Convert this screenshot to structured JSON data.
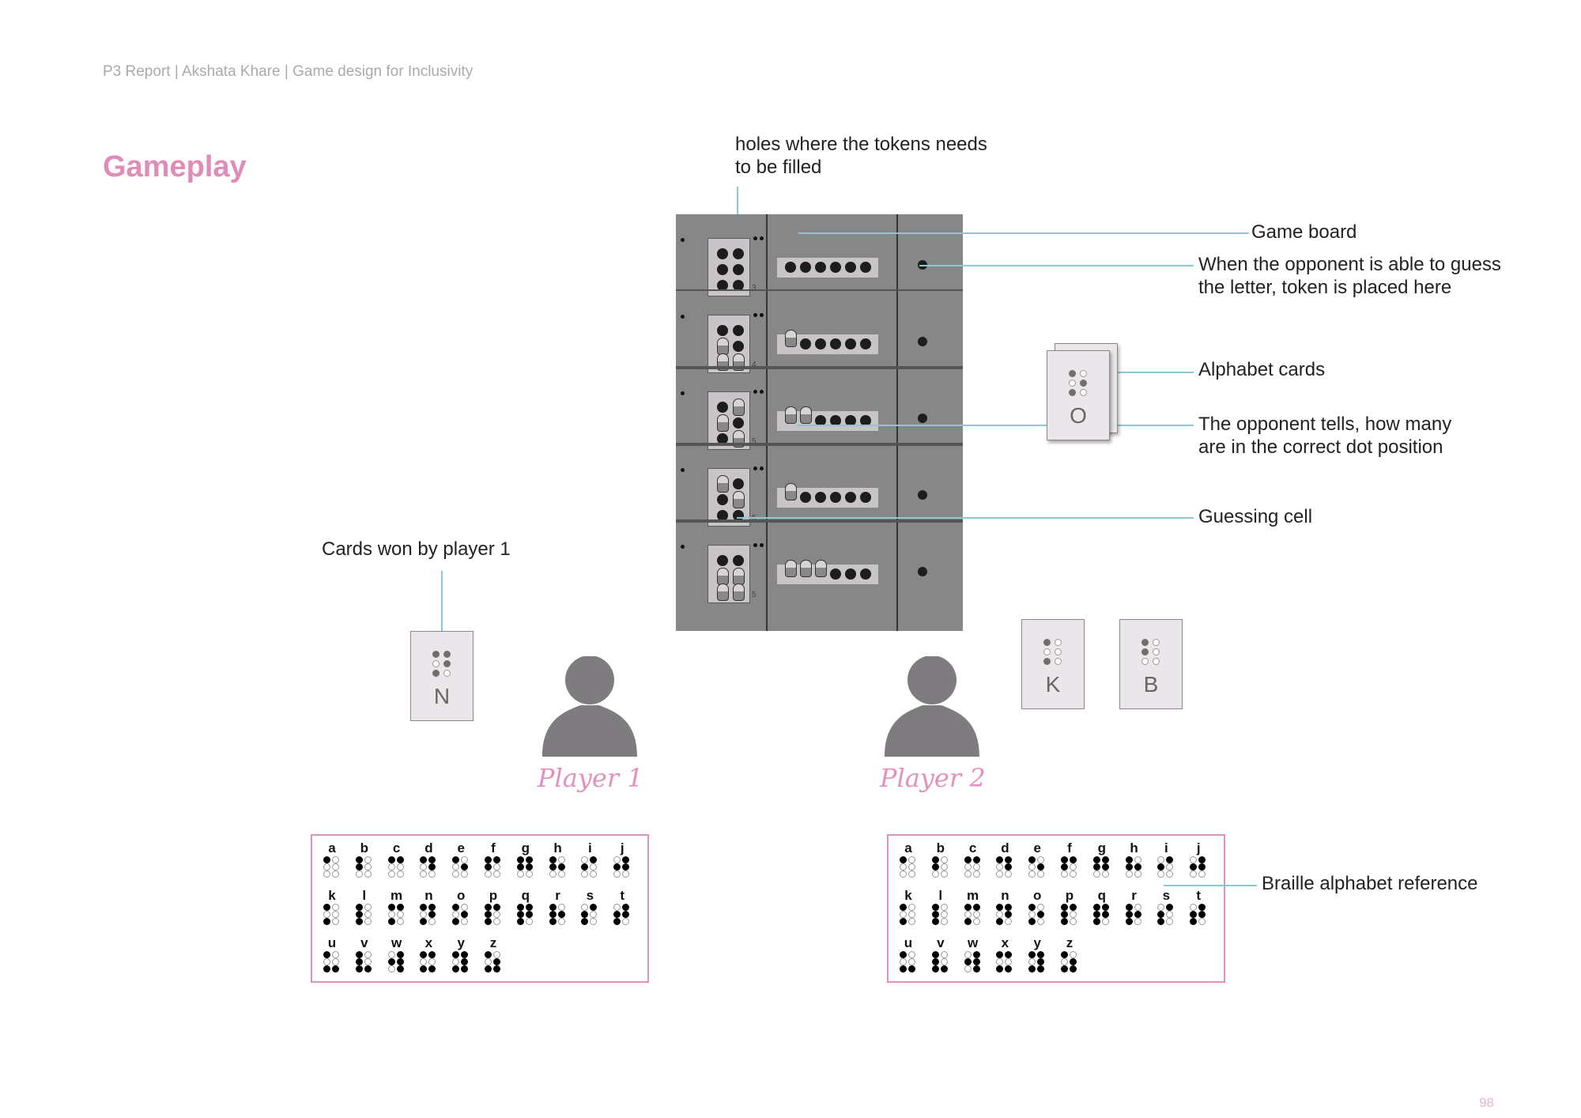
{
  "header": {
    "text": "P3 Report | Akshata Khare | Game design for Inclusivity"
  },
  "title": "Gameplay",
  "annotations": {
    "holes": "holes where the tokens needs to be filled",
    "game_board": "Game board",
    "token_placed": "When the opponent is able to guess the letter, token is placed here",
    "alphabet_cards": "Alphabet cards",
    "opponent_tells": "The opponent tells, how many are in the correct dot position",
    "guessing_cell": "Guessing cell",
    "cards_won": "Cards won by player 1",
    "braille_ref": "Braille alphabet reference"
  },
  "board": {
    "rows": [
      {
        "number": "3",
        "pegs": [],
        "score_pegs": 0
      },
      {
        "number": "4",
        "pegs": [
          2,
          3,
          6
        ],
        "score_pegs": 1
      },
      {
        "number": "5",
        "pegs": [
          2,
          4,
          6
        ],
        "score_pegs": 2
      },
      {
        "number": "5",
        "pegs": [
          1,
          5
        ],
        "score_pegs": 1
      },
      {
        "number": "5",
        "pegs": [
          2,
          3,
          5,
          6
        ],
        "score_pegs": 3
      }
    ]
  },
  "cards": {
    "deck": {
      "letter": "O",
      "dots": [
        1,
        3,
        5
      ]
    },
    "player1_won": [
      {
        "letter": "N",
        "dots": [
          1,
          3,
          4,
          5
        ]
      }
    ],
    "player2_won": [
      {
        "letter": "K",
        "dots": [
          1,
          3
        ]
      },
      {
        "letter": "B",
        "dots": [
          1,
          2
        ]
      }
    ]
  },
  "players": [
    {
      "name": "Player 1"
    },
    {
      "name": "Player 2"
    }
  ],
  "braille_alphabet": [
    {
      "l": "a",
      "d": [
        1
      ]
    },
    {
      "l": "b",
      "d": [
        1,
        2
      ]
    },
    {
      "l": "c",
      "d": [
        1,
        4
      ]
    },
    {
      "l": "d",
      "d": [
        1,
        4,
        5
      ]
    },
    {
      "l": "e",
      "d": [
        1,
        5
      ]
    },
    {
      "l": "f",
      "d": [
        1,
        2,
        4
      ]
    },
    {
      "l": "g",
      "d": [
        1,
        2,
        4,
        5
      ]
    },
    {
      "l": "h",
      "d": [
        1,
        2,
        5
      ]
    },
    {
      "l": "i",
      "d": [
        2,
        4
      ]
    },
    {
      "l": "j",
      "d": [
        2,
        4,
        5
      ]
    },
    {
      "l": "k",
      "d": [
        1,
        3
      ]
    },
    {
      "l": "l",
      "d": [
        1,
        2,
        3
      ]
    },
    {
      "l": "m",
      "d": [
        1,
        3,
        4
      ]
    },
    {
      "l": "n",
      "d": [
        1,
        3,
        4,
        5
      ]
    },
    {
      "l": "o",
      "d": [
        1,
        3,
        5
      ]
    },
    {
      "l": "p",
      "d": [
        1,
        2,
        3,
        4
      ]
    },
    {
      "l": "q",
      "d": [
        1,
        2,
        3,
        4,
        5
      ]
    },
    {
      "l": "r",
      "d": [
        1,
        2,
        3,
        5
      ]
    },
    {
      "l": "s",
      "d": [
        2,
        3,
        4
      ]
    },
    {
      "l": "t",
      "d": [
        2,
        3,
        4,
        5
      ]
    },
    {
      "l": "u",
      "d": [
        1,
        3,
        6
      ]
    },
    {
      "l": "v",
      "d": [
        1,
        2,
        3,
        6
      ]
    },
    {
      "l": "w",
      "d": [
        2,
        4,
        5,
        6
      ]
    },
    {
      "l": "x",
      "d": [
        1,
        3,
        4,
        6
      ]
    },
    {
      "l": "y",
      "d": [
        1,
        3,
        4,
        5,
        6
      ]
    },
    {
      "l": "z",
      "d": [
        1,
        3,
        5,
        6
      ]
    }
  ],
  "page_number": "98",
  "colors": {
    "accent_pink": "#df8cb8",
    "leader_line": "#8fc6d4",
    "board_gray": "#878787"
  }
}
